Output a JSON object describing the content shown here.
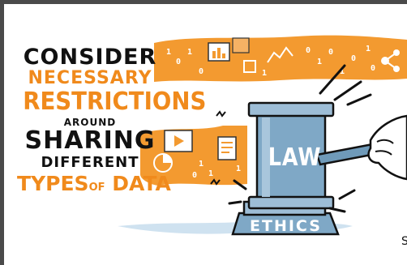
{
  "headline": {
    "line1": "CONSIDER",
    "line2": "NECESSARY",
    "line3": "RESTRICTIONS",
    "line4": "AROUND",
    "line5": "SHARING",
    "line6": "DIFFERENT",
    "line7_a": "TYPES",
    "line7_of": "OF",
    "line7_b": "DATA"
  },
  "gavel": {
    "head_label": "LAW",
    "base_label": "ETHICS"
  },
  "corner_fragment": "S",
  "colors": {
    "orange": "#f08a1c",
    "steel_blue": "#7fa8c6",
    "ink": "#111111",
    "background": "#ffffff",
    "frame": "#4a4a4a"
  },
  "icons": [
    "bar-chart-icon",
    "line-chart-icon",
    "share-icon",
    "video-play-icon",
    "document-icon",
    "pie-chart-icon",
    "binary-digits"
  ]
}
